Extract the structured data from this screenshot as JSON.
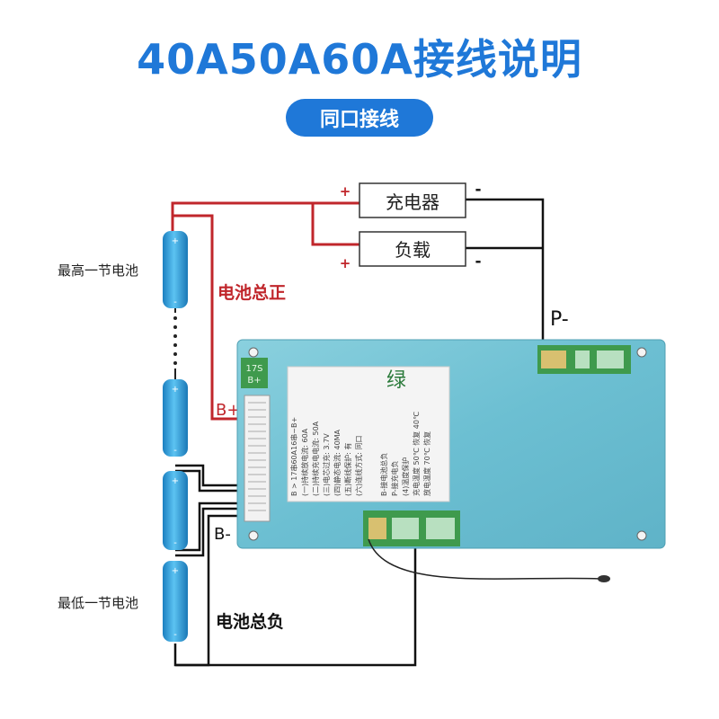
{
  "title": "40A50A60A接线说明",
  "subtitle": "同口接线",
  "labels": {
    "charger": "充电器",
    "load": "负载",
    "battery_total_positive": "电池总正",
    "battery_total_negative": "电池总负",
    "highest_cell": "最高一节电池",
    "lowest_cell": "最低一节电池",
    "b_plus": "B+",
    "b_minus": "B-",
    "p_minus": "P-",
    "plus": "+",
    "minus": "-"
  },
  "board": {
    "corner_label_1": "17S",
    "corner_label_2": "B+",
    "sticker_tag": "绿",
    "sticker_lines": [
      "B > 17串60A16串~B+",
      "(一)持续放电流: 60A",
      "(二)持续充电电流: 50A",
      "(三)电芯过充: 3.7V",
      "(四)静态电流: 40MA",
      "(五)断线保护: 有",
      "(六)连线方式: 同口"
    ],
    "sticker_lines_right": [
      "B-接电池总负",
      "P-接充电负",
      "(4)温度保护",
      "充电温度 50℃ 恢复 40℃",
      "放电温度 70℃ 恢复"
    ]
  },
  "colors": {
    "accent": "#1f78d8",
    "positive_wire": "#c0262b",
    "negative_wire": "#111111",
    "board": "#74c3d4",
    "cell": "#2aa0e0"
  }
}
